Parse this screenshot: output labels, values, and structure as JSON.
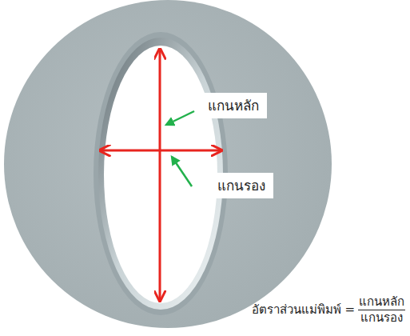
{
  "diagram": {
    "labels": [
      "แกนหลัก",
      "แกนรอง",
      "อัตราส่วนแม่พิมพ์ =",
      "แกนหลัก",
      "แกนรอง"
    ]
  }
}
